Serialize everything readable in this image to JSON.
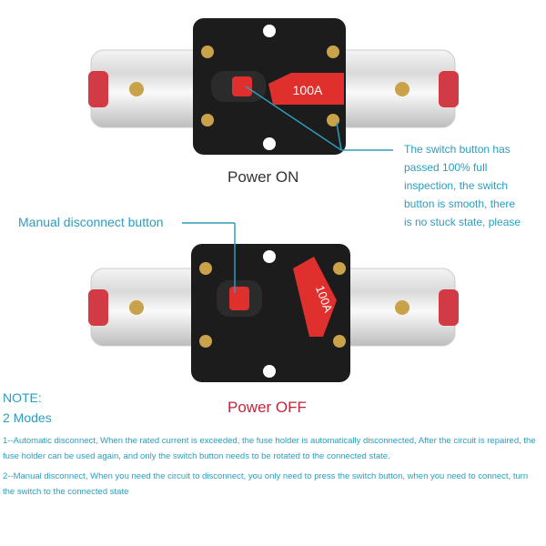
{
  "top": {
    "label": "Power ON",
    "rating": "100A"
  },
  "bottom": {
    "label": "Power OFF",
    "rating": "100A"
  },
  "callouts": {
    "switch_note": [
      "The switch button has",
      "passed 100% full",
      "inspection, the switch",
      "button is smooth, there",
      "is no stuck state, please"
    ],
    "manual": "Manual disconnect button"
  },
  "note": {
    "title": "NOTE:",
    "subtitle": "2 Modes",
    "mode1": "1--Automatic disconnect, When the rated current is exceeded, the fuse holder is automatically disconnected,  After the circuit is repaired, the fuse holder can be used again, and only the switch button needs to be rotated to the connected state.",
    "mode2": "2--Manual disconnect, When you need the circuit to disconnect, you only need to press the switch button, when you need to connect, turn the switch to the connected state"
  },
  "colors": {
    "text": "#2a9dbf",
    "red": "#c8283a",
    "off": "#c0283a"
  }
}
